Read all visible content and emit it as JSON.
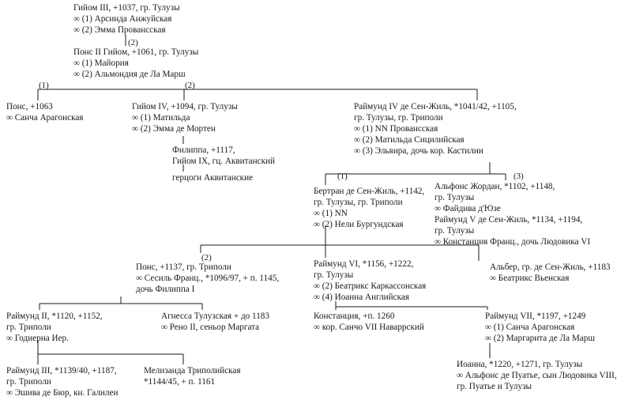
{
  "nodes": {
    "guillaume3": [
      "Гийом III,  +1037, гр. Тулузы",
      "∞ (1) Арсинда Анжуйская",
      "∞ (2) Эмма Провансская"
    ],
    "pons2": [
      "Понс II Гийом, +1061, гр. Тулузы",
      "∞ (1) Майория",
      "∞ (2) Альмондия де Ла Марш"
    ],
    "pons1063": [
      "Понс, +1063",
      "∞ Санча Арагонская"
    ],
    "guillaume4": [
      "Гийом IV,  +1094, гр. Тулузы",
      "∞ (1) Матильда",
      "∞ (2) Эмма де Мортен"
    ],
    "philippa": [
      "Филиппа, +1117,",
      "Гийом IX, гц. Аквитанский"
    ],
    "aquitaine": [
      "герцоги Аквитанские"
    ],
    "raymond4": [
      "Раймунд IV де Сен-Жиль, *1041/42, +1105,",
      "гр. Тулузы, гр. Триполи",
      "∞ (1) NN Провансская",
      "∞ (2) Матильда Сицилийская",
      "∞ (3) Эльвира, дочь кор. Кастилии"
    ],
    "bertrand": [
      "Бертран де Сен-Жиль, +1142,",
      "гр. Тулузы, гр. Триполи",
      "∞ (1) NN",
      "∞ (2) Нели Бургундская"
    ],
    "alphonse": [
      "Альфонс Жордан, *1102, +1148,",
      "гр. Тулузы",
      "∞ Файдива д'Юзе",
      "Раймунд V де Сен-Жиль, *1134, +1194,",
      "гр. Тулузы",
      "∞ Констанция Франц., дочь Людовика VI"
    ],
    "pons1137": [
      "Понс,  +1137, гр. Триполи",
      "∞ Сесиль Франц., *1096/97, + п. 1145,",
      "дочь Филиппа I"
    ],
    "raymond6": [
      "Раймунд VI, *1156, +1222,",
      "гр. Тулузы",
      "∞ (2) Беатрикс Каркассонская",
      "∞ (4) Иоанна Английская"
    ],
    "albert": [
      "Альбер, гр. де Сен-Жиль, +1183",
      "∞ Беатрикс Вьенская"
    ],
    "raymond2": [
      "Раймунд II, *1120, +1152,",
      "гр. Триполи",
      "∞ Годиерна Иер."
    ],
    "agnes": [
      "Агнесса Тулузская + до 1183",
      "∞ Рено II, сеньор Маргата"
    ],
    "constance": [
      "Констанция, +п. 1260",
      "∞ кор. Санчо VII Наваррский"
    ],
    "raymond7": [
      "Раймунд VII, *1197, +1249",
      "∞ (1) Санча Арагонская",
      "∞ (2) Маргарита де Ла Марш"
    ],
    "raymond3": [
      "Раймунд III, *1139/40, +1187,",
      "гр. Триполи",
      "∞ Эшива де Бюр, кн. Галилеи"
    ],
    "melisende": [
      "Мелизанда Триполийская",
      "*1144/45, + п. 1161"
    ],
    "jeanne": [
      "Иоанна,  *1220, +1271, гр. Тулузы",
      "∞ Альфонс де Пуатье, сын Людовика VIII,",
      "гр. Пуатье и Тулузы"
    ]
  },
  "labels": {
    "l_pons2": "(2)",
    "l_pons1063": "(1)",
    "l_guillaume4": "(2)",
    "l_bertrand": "(1)",
    "l_alphonse": "(3)",
    "l_pons1137": "(2)"
  },
  "colors": {
    "text": "#1a1a1a",
    "line": "#1a1a1a",
    "background": "#ffffff"
  }
}
